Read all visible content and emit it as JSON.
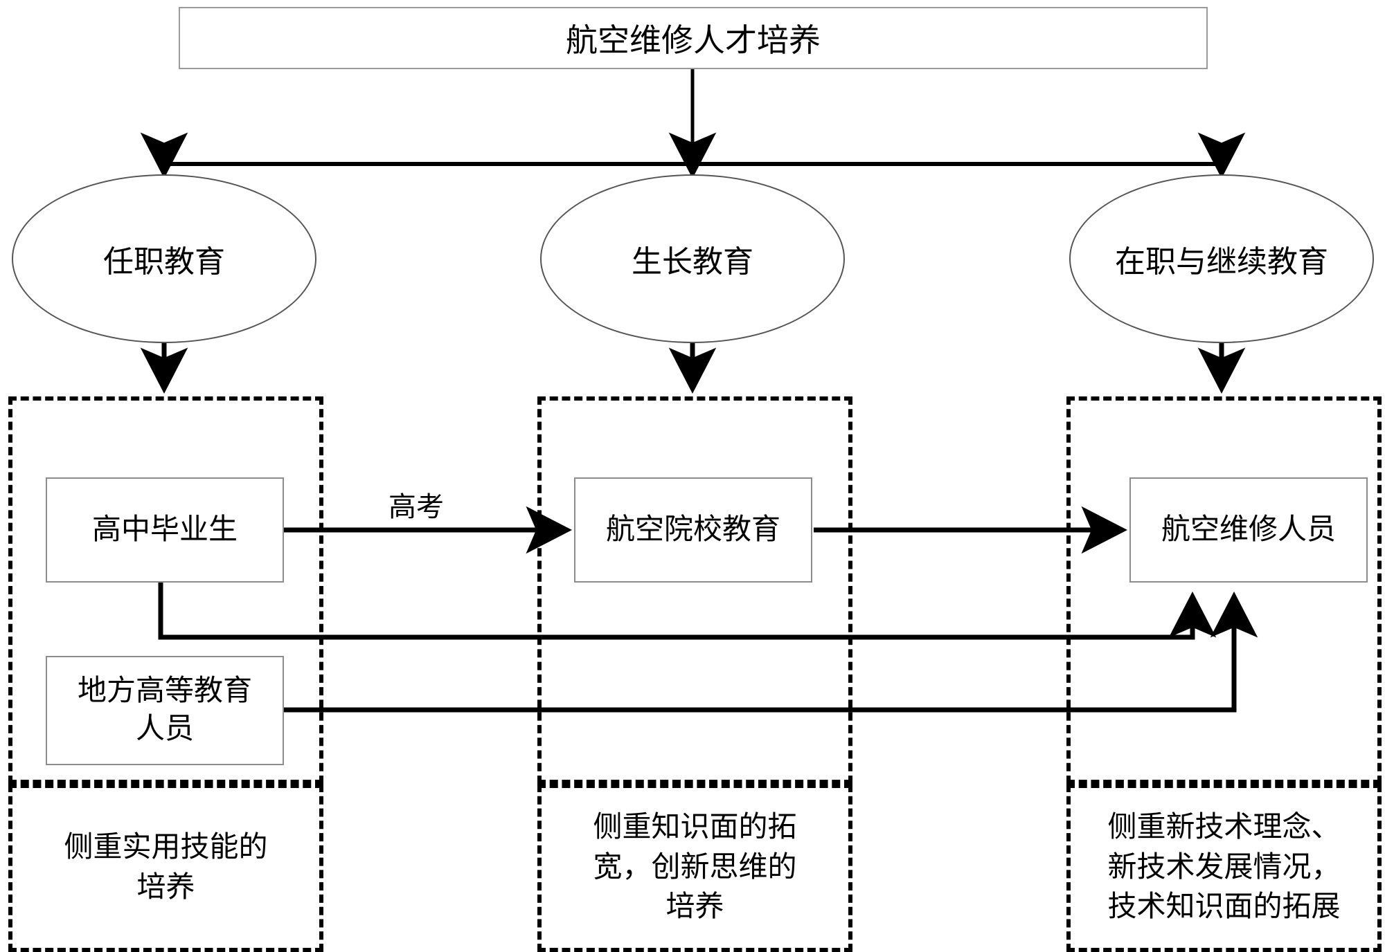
{
  "diagram": {
    "title_node": {
      "label": "航空维修人才培养"
    },
    "stages": [
      {
        "id": "vocational",
        "label": "任职教育"
      },
      {
        "id": "growth",
        "label": "生长教育"
      },
      {
        "id": "inservice",
        "label": "在职与继续教育"
      }
    ],
    "entities": [
      {
        "id": "highschool-graduate",
        "label": "高中毕业生"
      },
      {
        "id": "local-higher-education-personnel",
        "label": "地方高等教育\n人员"
      },
      {
        "id": "aviation-college-education",
        "label": "航空院校教育"
      },
      {
        "id": "aviation-maintenance-personnel",
        "label": "航空维修人员"
      }
    ],
    "edge_labels": [
      {
        "id": "gaokao",
        "label": "高考"
      }
    ],
    "notes": [
      {
        "id": "note-vocational",
        "label": "侧重实用技能的\n培养"
      },
      {
        "id": "note-growth",
        "label": "侧重知识面的拓\n宽，创新思维的\n培养"
      },
      {
        "id": "note-inservice",
        "label": "侧重新技术理念、\n新技术发展情况，\n技术知识面的拓展"
      }
    ],
    "colors": {
      "stroke": "#000000",
      "box_border": "#8c8c8c",
      "ellipse_border": "#555555",
      "background": "#ffffff"
    }
  }
}
